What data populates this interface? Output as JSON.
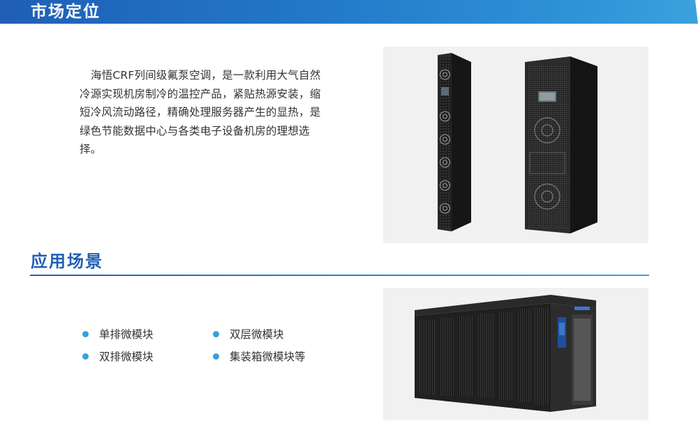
{
  "section1": {
    "title": "市场定位",
    "body": "海悟CRF列间级氟泵空调，是一款利用大气自然冷源实现机房制冷的温控产品，紧贴热源安装，缩短冷风流动路径，精确处理服务器产生的显热，是绿色节能数据中心与各类电子设备机房的理想选择。"
  },
  "section2": {
    "title": "应用场景",
    "items": [
      "单排微模块",
      "双层微模块",
      "双排微模块",
      "集装箱微模块等"
    ]
  },
  "colors": {
    "header_blue": "#1f5fb5",
    "header_light": "#3ba2de",
    "bullet": "#2fa4dc"
  }
}
